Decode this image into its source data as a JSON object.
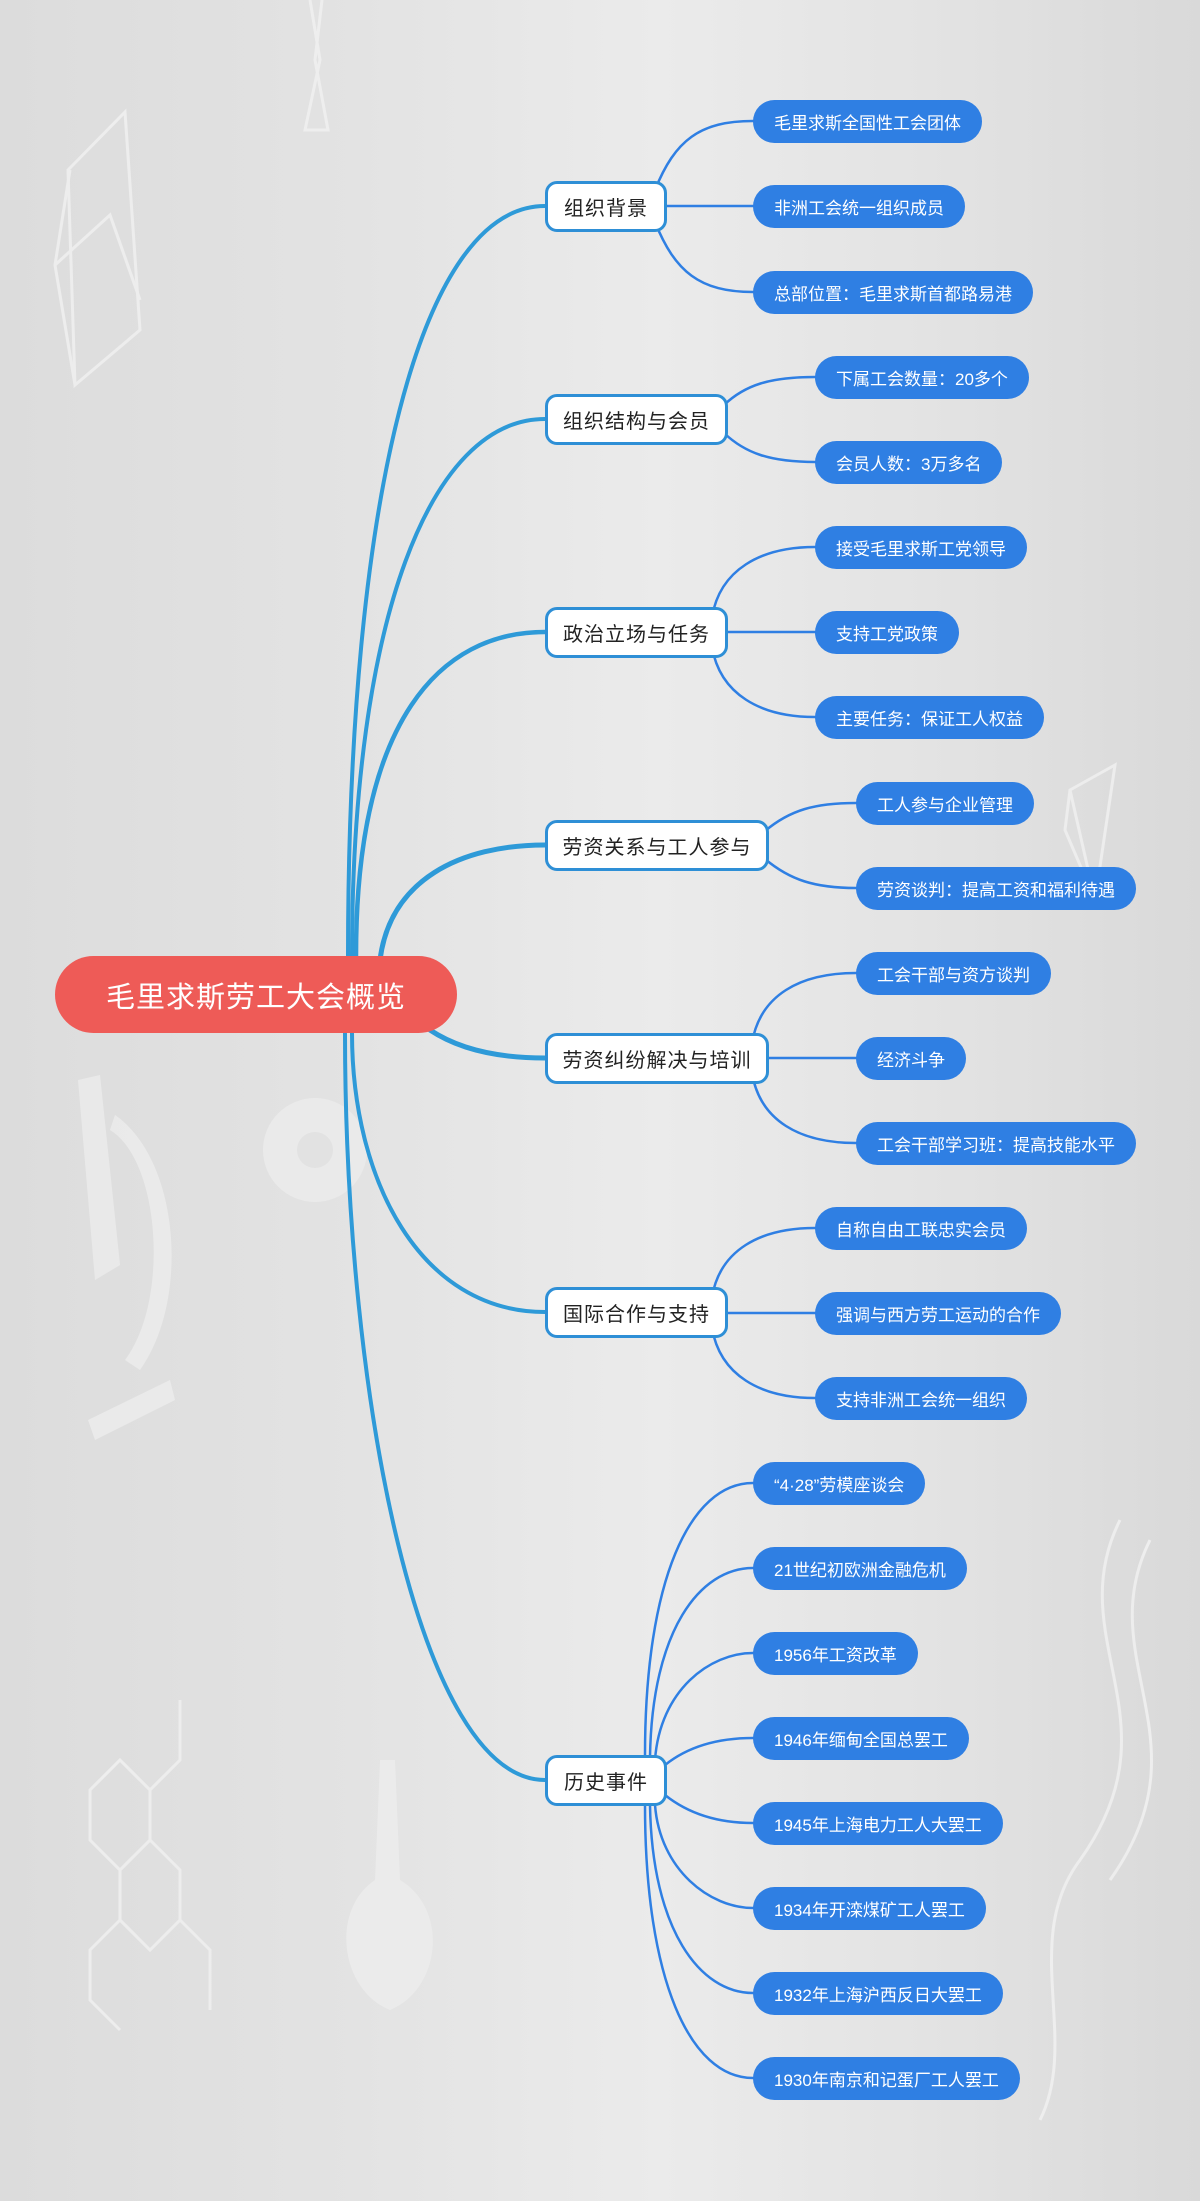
{
  "colors": {
    "root_fill": "#ee5b57",
    "topic_border": "#2e8fd6",
    "main_branch": "#2e9ad8",
    "pill_fill": "#2f7fe3",
    "sub_branch": "#2f7fe3",
    "background": "#e3e3e3"
  },
  "root": {
    "label": "毛里求斯劳工大会概览"
  },
  "topics": [
    {
      "label": "组织背景",
      "children": [
        "毛里求斯全国性工会团体",
        "非洲工会统一组织成员",
        "总部位置：毛里求斯首都路易港"
      ]
    },
    {
      "label": "组织结构与会员",
      "children": [
        "下属工会数量：20多个",
        "会员人数：3万多名"
      ]
    },
    {
      "label": "政治立场与任务",
      "children": [
        "接受毛里求斯工党领导",
        "支持工党政策",
        "主要任务：保证工人权益"
      ]
    },
    {
      "label": "劳资关系与工人参与",
      "children": [
        "工人参与企业管理",
        "劳资谈判：提高工资和福利待遇"
      ]
    },
    {
      "label": "劳资纠纷解决与培训",
      "children": [
        "工会干部与资方谈判",
        "经济斗争",
        "工会干部学习班：提高技能水平"
      ]
    },
    {
      "label": "国际合作与支持",
      "children": [
        "自称自由工联忠实会员",
        "强调与西方劳工运动的合作",
        "支持非洲工会统一组织"
      ]
    },
    {
      "label": "历史事件",
      "children": [
        "“4·28”劳模座谈会",
        "21世纪初欧洲金融危机",
        "1956年工资改革",
        "1946年缅甸全国总罢工",
        "1945年上海电力工人大罢工",
        "1934年开滦煤矿工人罢工",
        "1932年上海沪西反日大罢工",
        "1930年南京和记蛋厂工人罢工"
      ]
    }
  ]
}
